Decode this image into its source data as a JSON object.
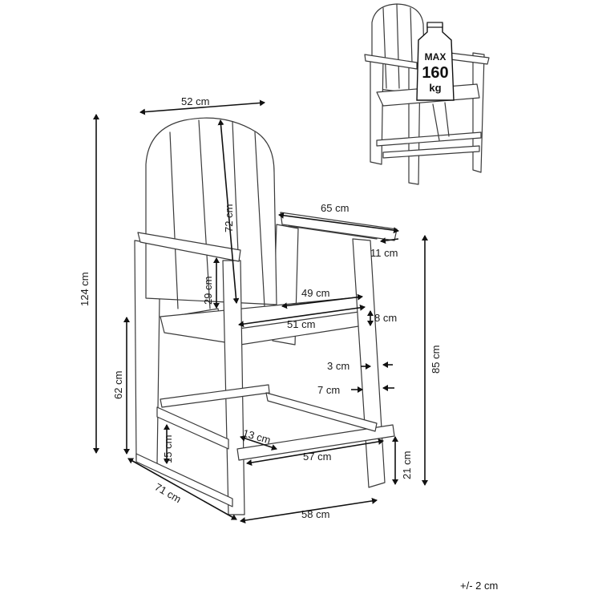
{
  "dimensions": {
    "width_top": "52 cm",
    "back_height": "72 cm",
    "total_height": "124 cm",
    "arm_length": "65 cm",
    "arm_width": "11 cm",
    "arm_height": "29 cm",
    "seat_depth": "49 cm",
    "seat_height_front": "8 cm",
    "seat_width": "51 cm",
    "seat_height": "62 cm",
    "height_to_arm": "85 cm",
    "leg_thickness": "3 cm",
    "leg_width": "7 cm",
    "foot_rest_depth": "13 cm",
    "foot_rest_width": "57 cm",
    "foot_rest_height": "21 cm",
    "bottom_rail": "15 cm",
    "depth": "71 cm",
    "width_bottom": "58 cm"
  },
  "badge": {
    "max_label": "MAX",
    "weight_value": "160",
    "unit": "kg"
  },
  "tolerance": "+/- 2 cm",
  "colors": {
    "line": "#3a3a3a",
    "text": "#1a1a1a"
  }
}
